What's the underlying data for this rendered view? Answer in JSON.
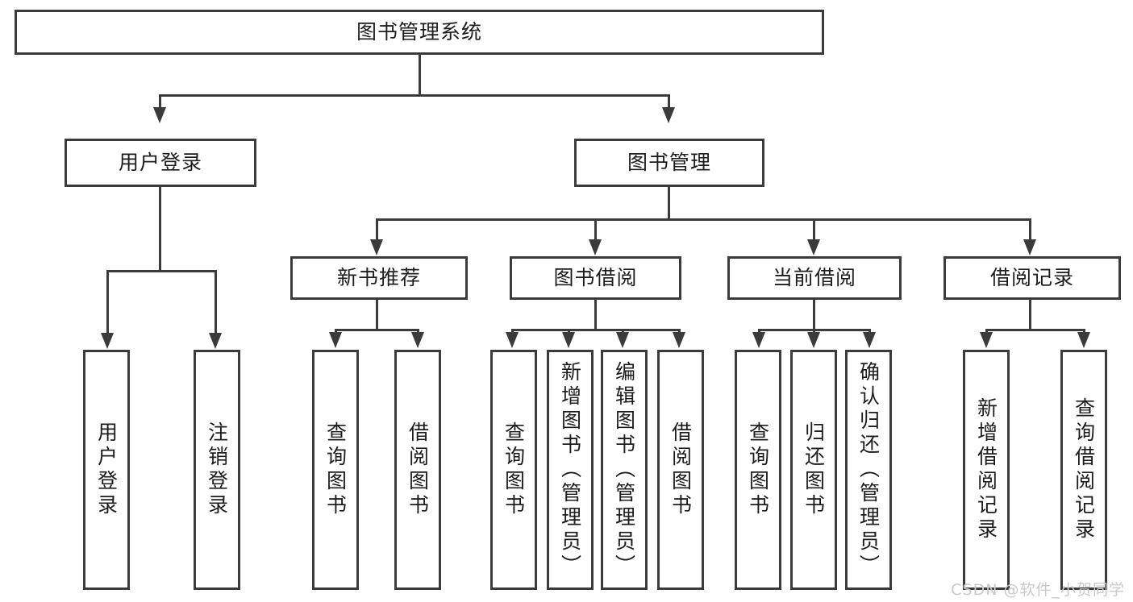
{
  "diagram": {
    "title": "图书管理系统",
    "type": "tree",
    "root": {
      "label": "图书管理系统"
    },
    "level1": [
      {
        "label": "用户登录"
      },
      {
        "label": "图书管理"
      }
    ],
    "level2": [
      {
        "label": "新书推荐",
        "parent": "图书管理"
      },
      {
        "label": "图书借阅",
        "parent": "图书管理"
      },
      {
        "label": "当前借阅",
        "parent": "图书管理"
      },
      {
        "label": "借阅记录",
        "parent": "图书管理"
      }
    ],
    "leaves": {
      "user_login": [
        {
          "label": "用户登录"
        },
        {
          "label": "注销登录"
        }
      ],
      "new_book_recommend": [
        {
          "label": "查询图书"
        },
        {
          "label": "借阅图书"
        }
      ],
      "book_borrow": [
        {
          "label": "查询图书"
        },
        {
          "label": "新增图书（管理员）"
        },
        {
          "label": "编辑图书（管理员）"
        },
        {
          "label": "借阅图书"
        }
      ],
      "current_borrow": [
        {
          "label": "查询图书"
        },
        {
          "label": "归还图书"
        },
        {
          "label": "确认归还（管理员）"
        }
      ],
      "borrow_record": [
        {
          "label": "新增借阅记录"
        },
        {
          "label": "查询借阅记录"
        }
      ]
    }
  },
  "watermark": {
    "text": "CSDN @软件_小贺同学"
  },
  "colors": {
    "stroke": "#3b3b3b",
    "background": "#ffffff",
    "text": "#1c1c1c",
    "watermark": "#c9c9c9"
  }
}
